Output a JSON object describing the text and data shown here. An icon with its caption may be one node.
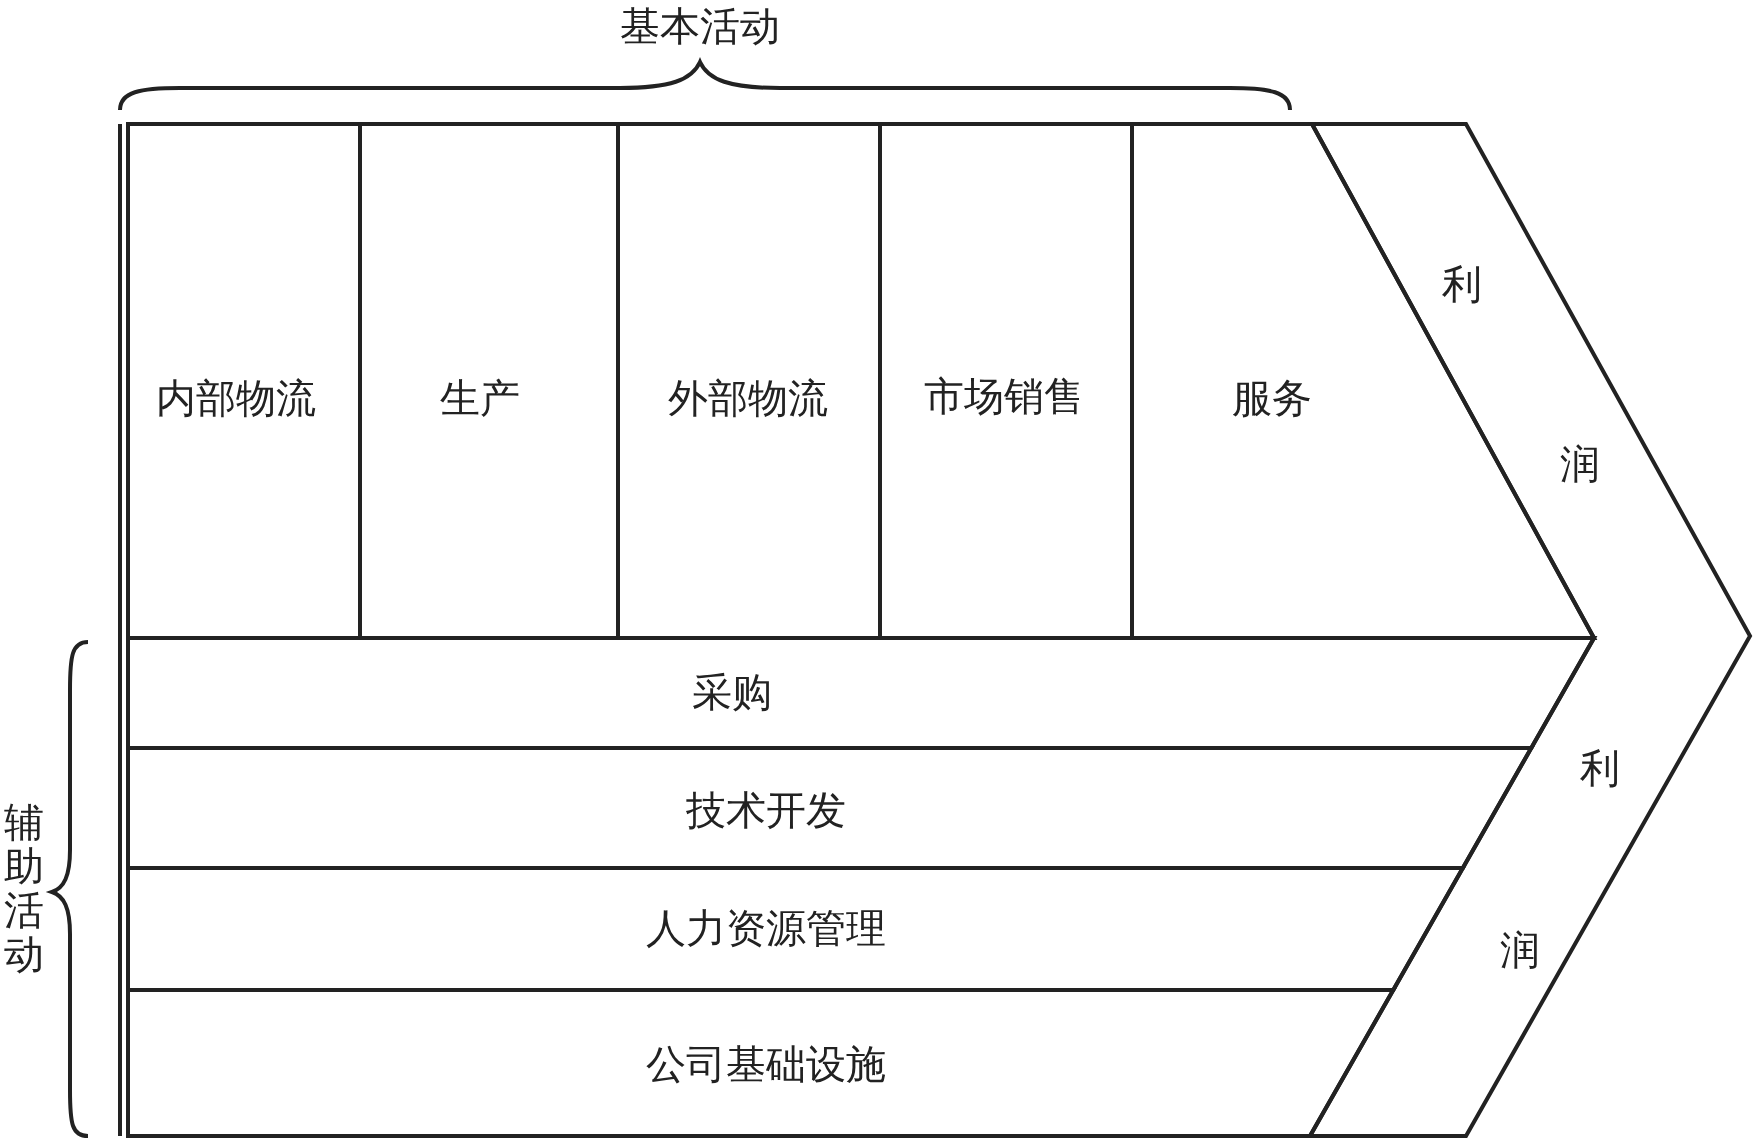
{
  "diagram": {
    "nodes": [
      {
        "text": [
          "内部物流"
        ]
      },
      {
        "text": [
          "生产"
        ]
      },
      {
        "text": [
          "外部物流"
        ]
      },
      {
        "text": [
          "市场销售"
        ]
      },
      {
        "text": [
          "服务"
        ]
      },
      {
        "text": [
          "采购"
        ]
      },
      {
        "text": [
          "技术开发"
        ]
      },
      {
        "text": [
          "人力资源管理"
        ]
      },
      {
        "text": [
          "公司基础设施"
        ]
      },
      {
        "text": [
          "利",
          "润",
          "利",
          "润"
        ]
      }
    ],
    "edges": [],
    "labels": [
      "基本活动",
      "辅助活动"
    ]
  }
}
